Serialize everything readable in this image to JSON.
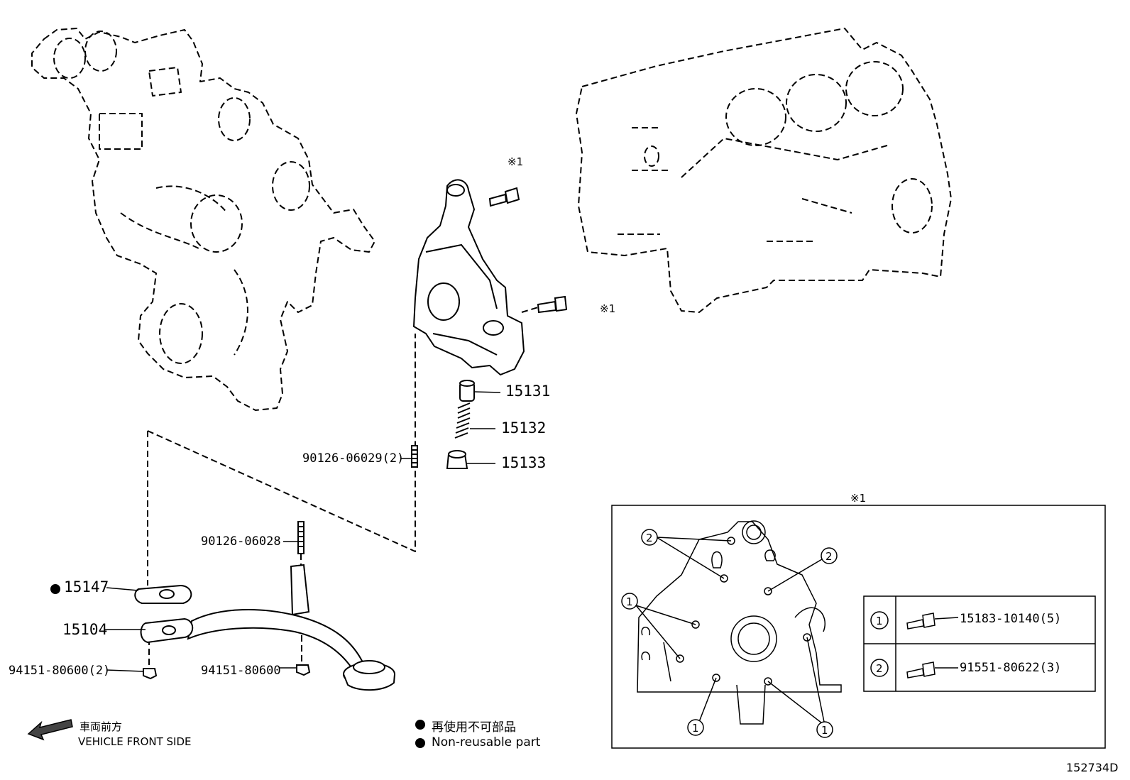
{
  "part_labels": {
    "p15131": "15131",
    "p15132": "15132",
    "p15133": "15133",
    "p15147": "15147",
    "p15104": "15104",
    "stud_upper": "90126-06029(2)",
    "stud_lower": "90126-06028",
    "nut_left": "94151-80600(2)",
    "nut_right": "94151-80600"
  },
  "markers": {
    "ref1_top": "※1",
    "ref1_right": "※1",
    "ref1_box": "※1"
  },
  "detail": {
    "callout_1": "1",
    "callout_2": "2",
    "table": [
      {
        "index": "1",
        "part": "15183-10140(5)"
      },
      {
        "index": "2",
        "part": "91551-80622(3)"
      }
    ]
  },
  "direction": {
    "jp": "車両前方",
    "en": "VEHICLE FRONT SIDE"
  },
  "legend": {
    "jp": "再使用不可部品",
    "en": "Non-reusable part"
  },
  "figure_id": "152734D"
}
